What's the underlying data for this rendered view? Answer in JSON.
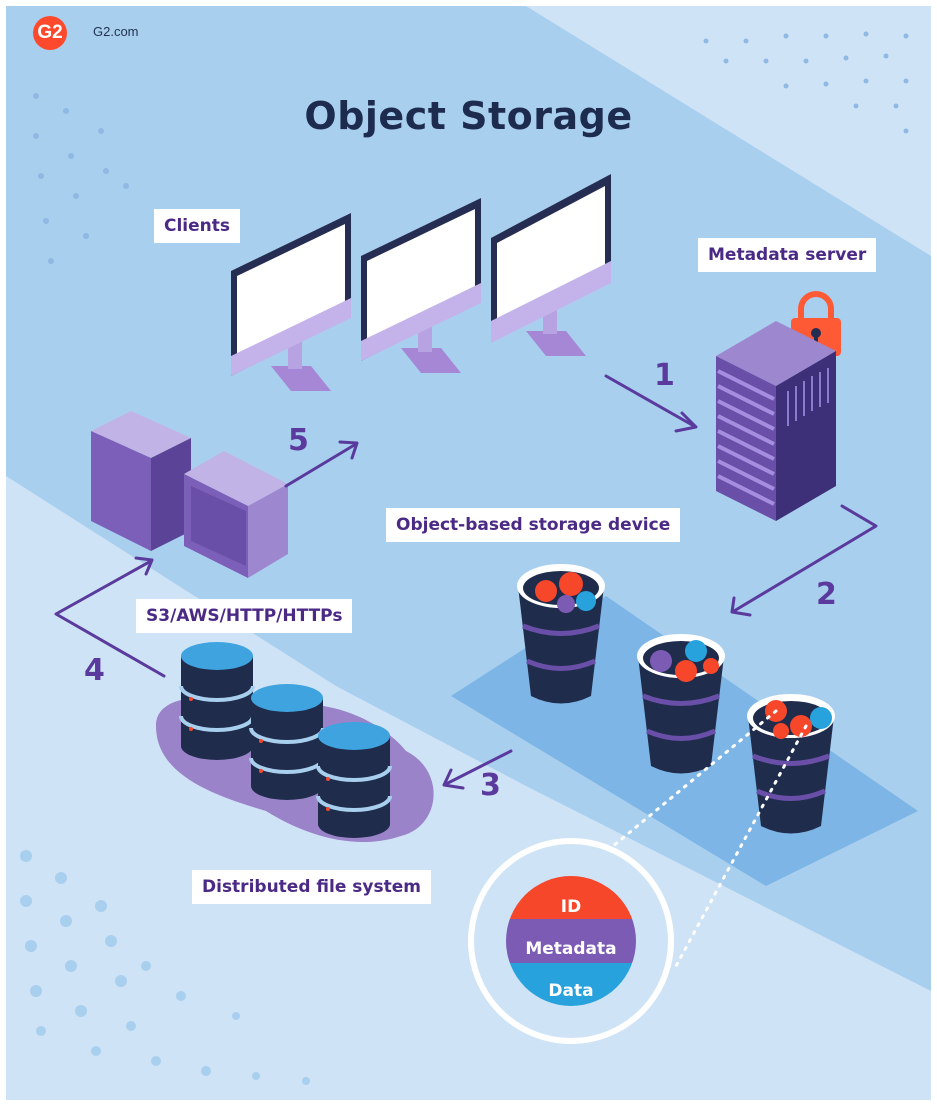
{
  "brand": {
    "logo": "G2",
    "site": "G2.com"
  },
  "title": "Object Storage",
  "labels": {
    "clients": "Clients",
    "metadata_server": "Metadata server",
    "object_storage_device": "Object-based storage device",
    "protocols": "S3/AWS/HTTP/HTTPs",
    "distributed_fs": "Distributed file system"
  },
  "steps": [
    "1",
    "2",
    "3",
    "4",
    "5"
  ],
  "object_parts": [
    "ID",
    "Metadata",
    "Data"
  ],
  "colors": {
    "background": "#a9cfef",
    "title": "#1d2b4f",
    "accent_purple": "#5a3a9c",
    "id_red": "#f6472b",
    "metadata_purple": "#7c5bb5",
    "data_blue": "#27a2dc",
    "lock_orange": "#ff5a36"
  },
  "icons": [
    "g2-logo-icon",
    "monitor-icon",
    "lock-icon",
    "server-rack-icon",
    "bucket-icon",
    "database-icon",
    "box-icon",
    "arrow-icon"
  ]
}
